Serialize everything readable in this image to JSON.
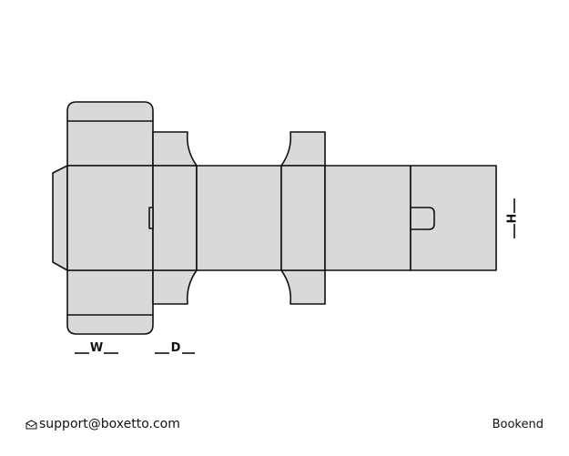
{
  "footer": {
    "email": "support@boxetto.com",
    "style_name": "Bookend",
    "email_icon": "envelope-icon"
  },
  "dimensions": {
    "width_label": "W",
    "depth_label": "D",
    "height_label": "H"
  },
  "colors": {
    "panel_fill": "#d9d9d9",
    "stroke": "#111111"
  }
}
